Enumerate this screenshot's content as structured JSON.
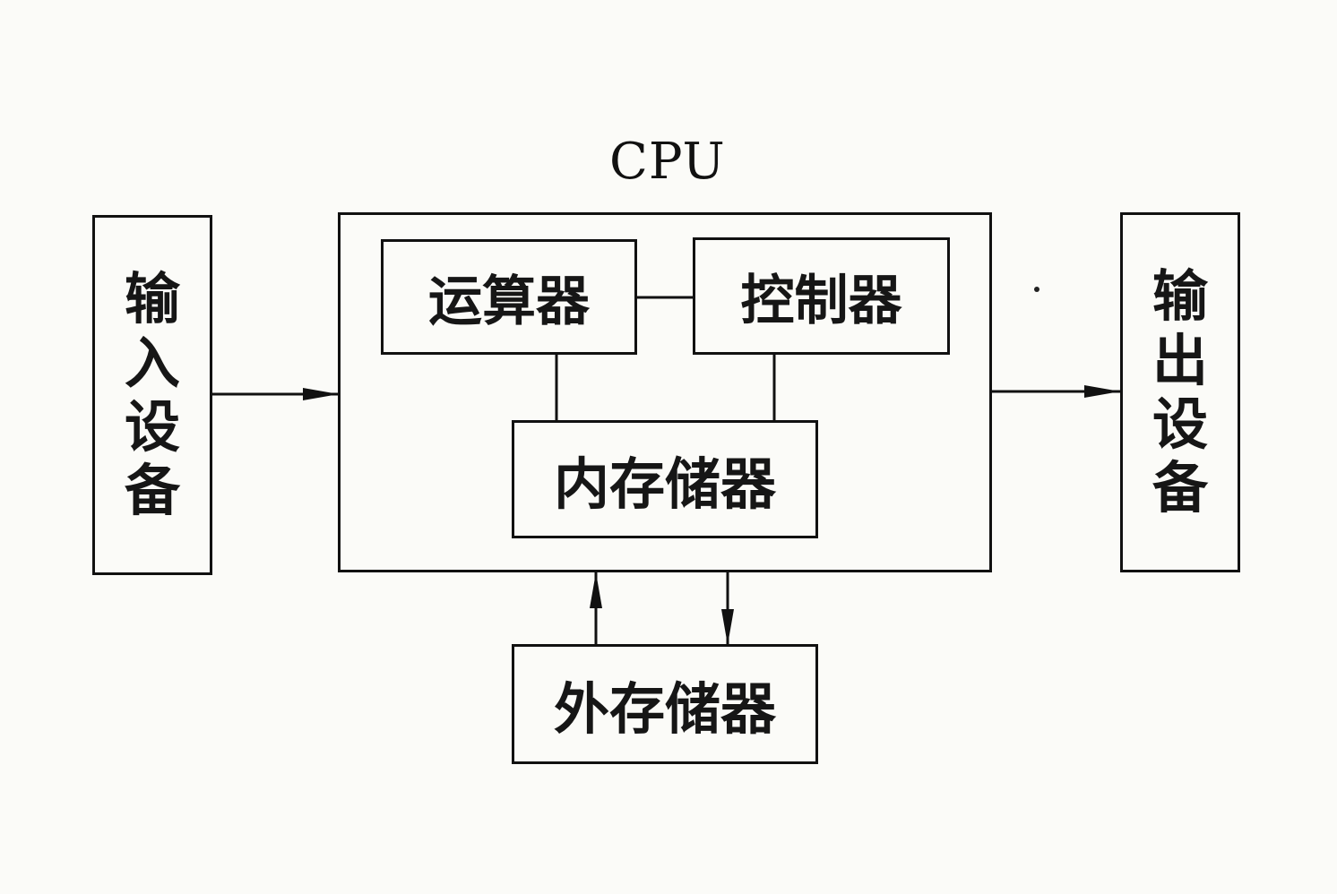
{
  "cpu": {
    "title": "CPU"
  },
  "input_device": {
    "chars": [
      "输",
      "入",
      "设",
      "备"
    ]
  },
  "output_device": {
    "chars": [
      "输",
      "出",
      "设",
      "备"
    ]
  },
  "alu": {
    "label": "运算器"
  },
  "controller": {
    "label": "控制器"
  },
  "internal_memory": {
    "label": "内存储器"
  },
  "external_memory": {
    "label": "外存储器"
  },
  "colors": {
    "line": "#111111",
    "background": "#fbfbf8"
  }
}
